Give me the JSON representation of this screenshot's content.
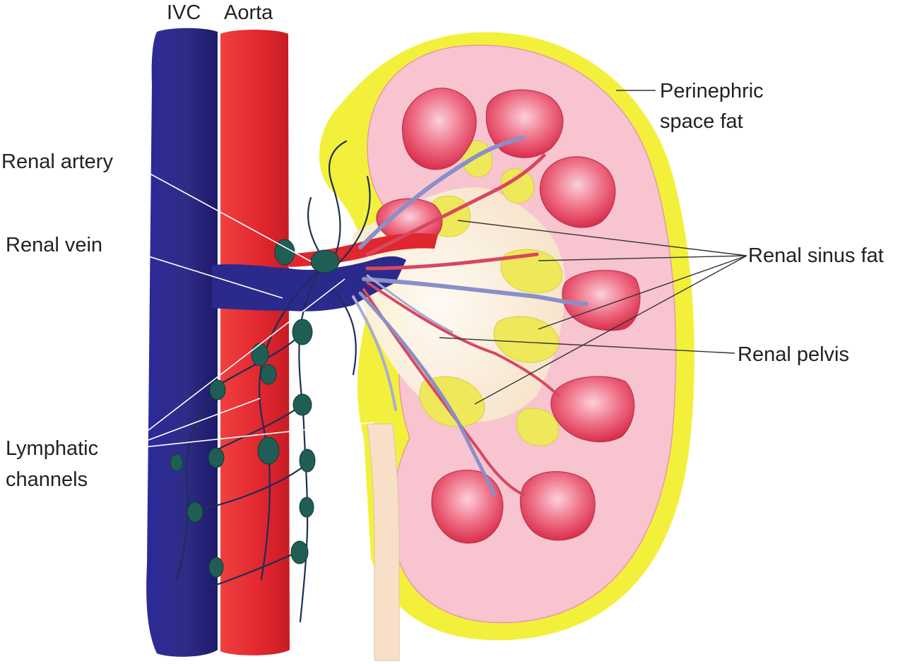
{
  "labels": {
    "ivc": "IVC",
    "aorta": "Aorta",
    "renal_artery": "Renal artery",
    "renal_vein": "Renal vein",
    "lymphatic_line1": "Lymphatic",
    "lymphatic_line2": "channels",
    "perinephric_line1": "Perinephric",
    "perinephric_line2": "space fat",
    "renal_sinus_fat": "Renal sinus fat",
    "renal_pelvis": "Renal pelvis"
  },
  "colors": {
    "ivc": "#2a2a8c",
    "aorta": "#e0262e",
    "perinephric_fat": "#f3f03c",
    "cortex": "#f7c4cf",
    "pyramid": "#e5445e",
    "sinus_fat": "#efe85a",
    "pelvis": "#fbf3dc",
    "lymph_node": "#1f5d55",
    "ureter": "#f7dfc8"
  }
}
